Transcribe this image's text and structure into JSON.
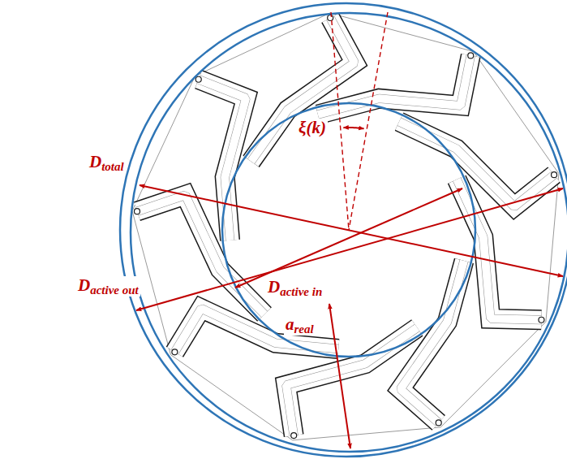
{
  "diagram": {
    "labels": [
      "ξ(k)",
      "Dtotal",
      "Dactive out",
      "Dactive in",
      "areal"
    ]
  }
}
